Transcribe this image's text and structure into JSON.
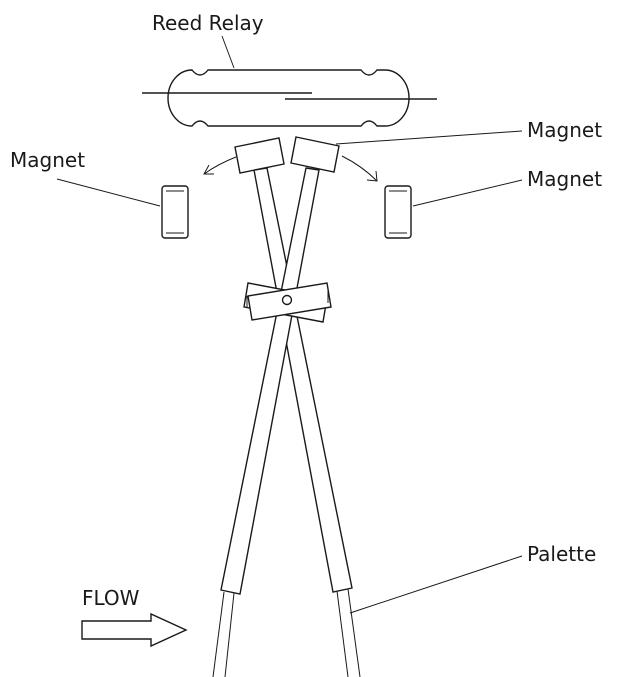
{
  "labels": {
    "reed_relay": "Reed Relay",
    "magnet_left": "Magnet",
    "magnet_top_right": "Magnet",
    "magnet_right": "Magnet",
    "palette": "Palette",
    "flow": "FLOW"
  },
  "colors": {
    "stroke": "#1a1a1a",
    "background": "#ffffff"
  }
}
